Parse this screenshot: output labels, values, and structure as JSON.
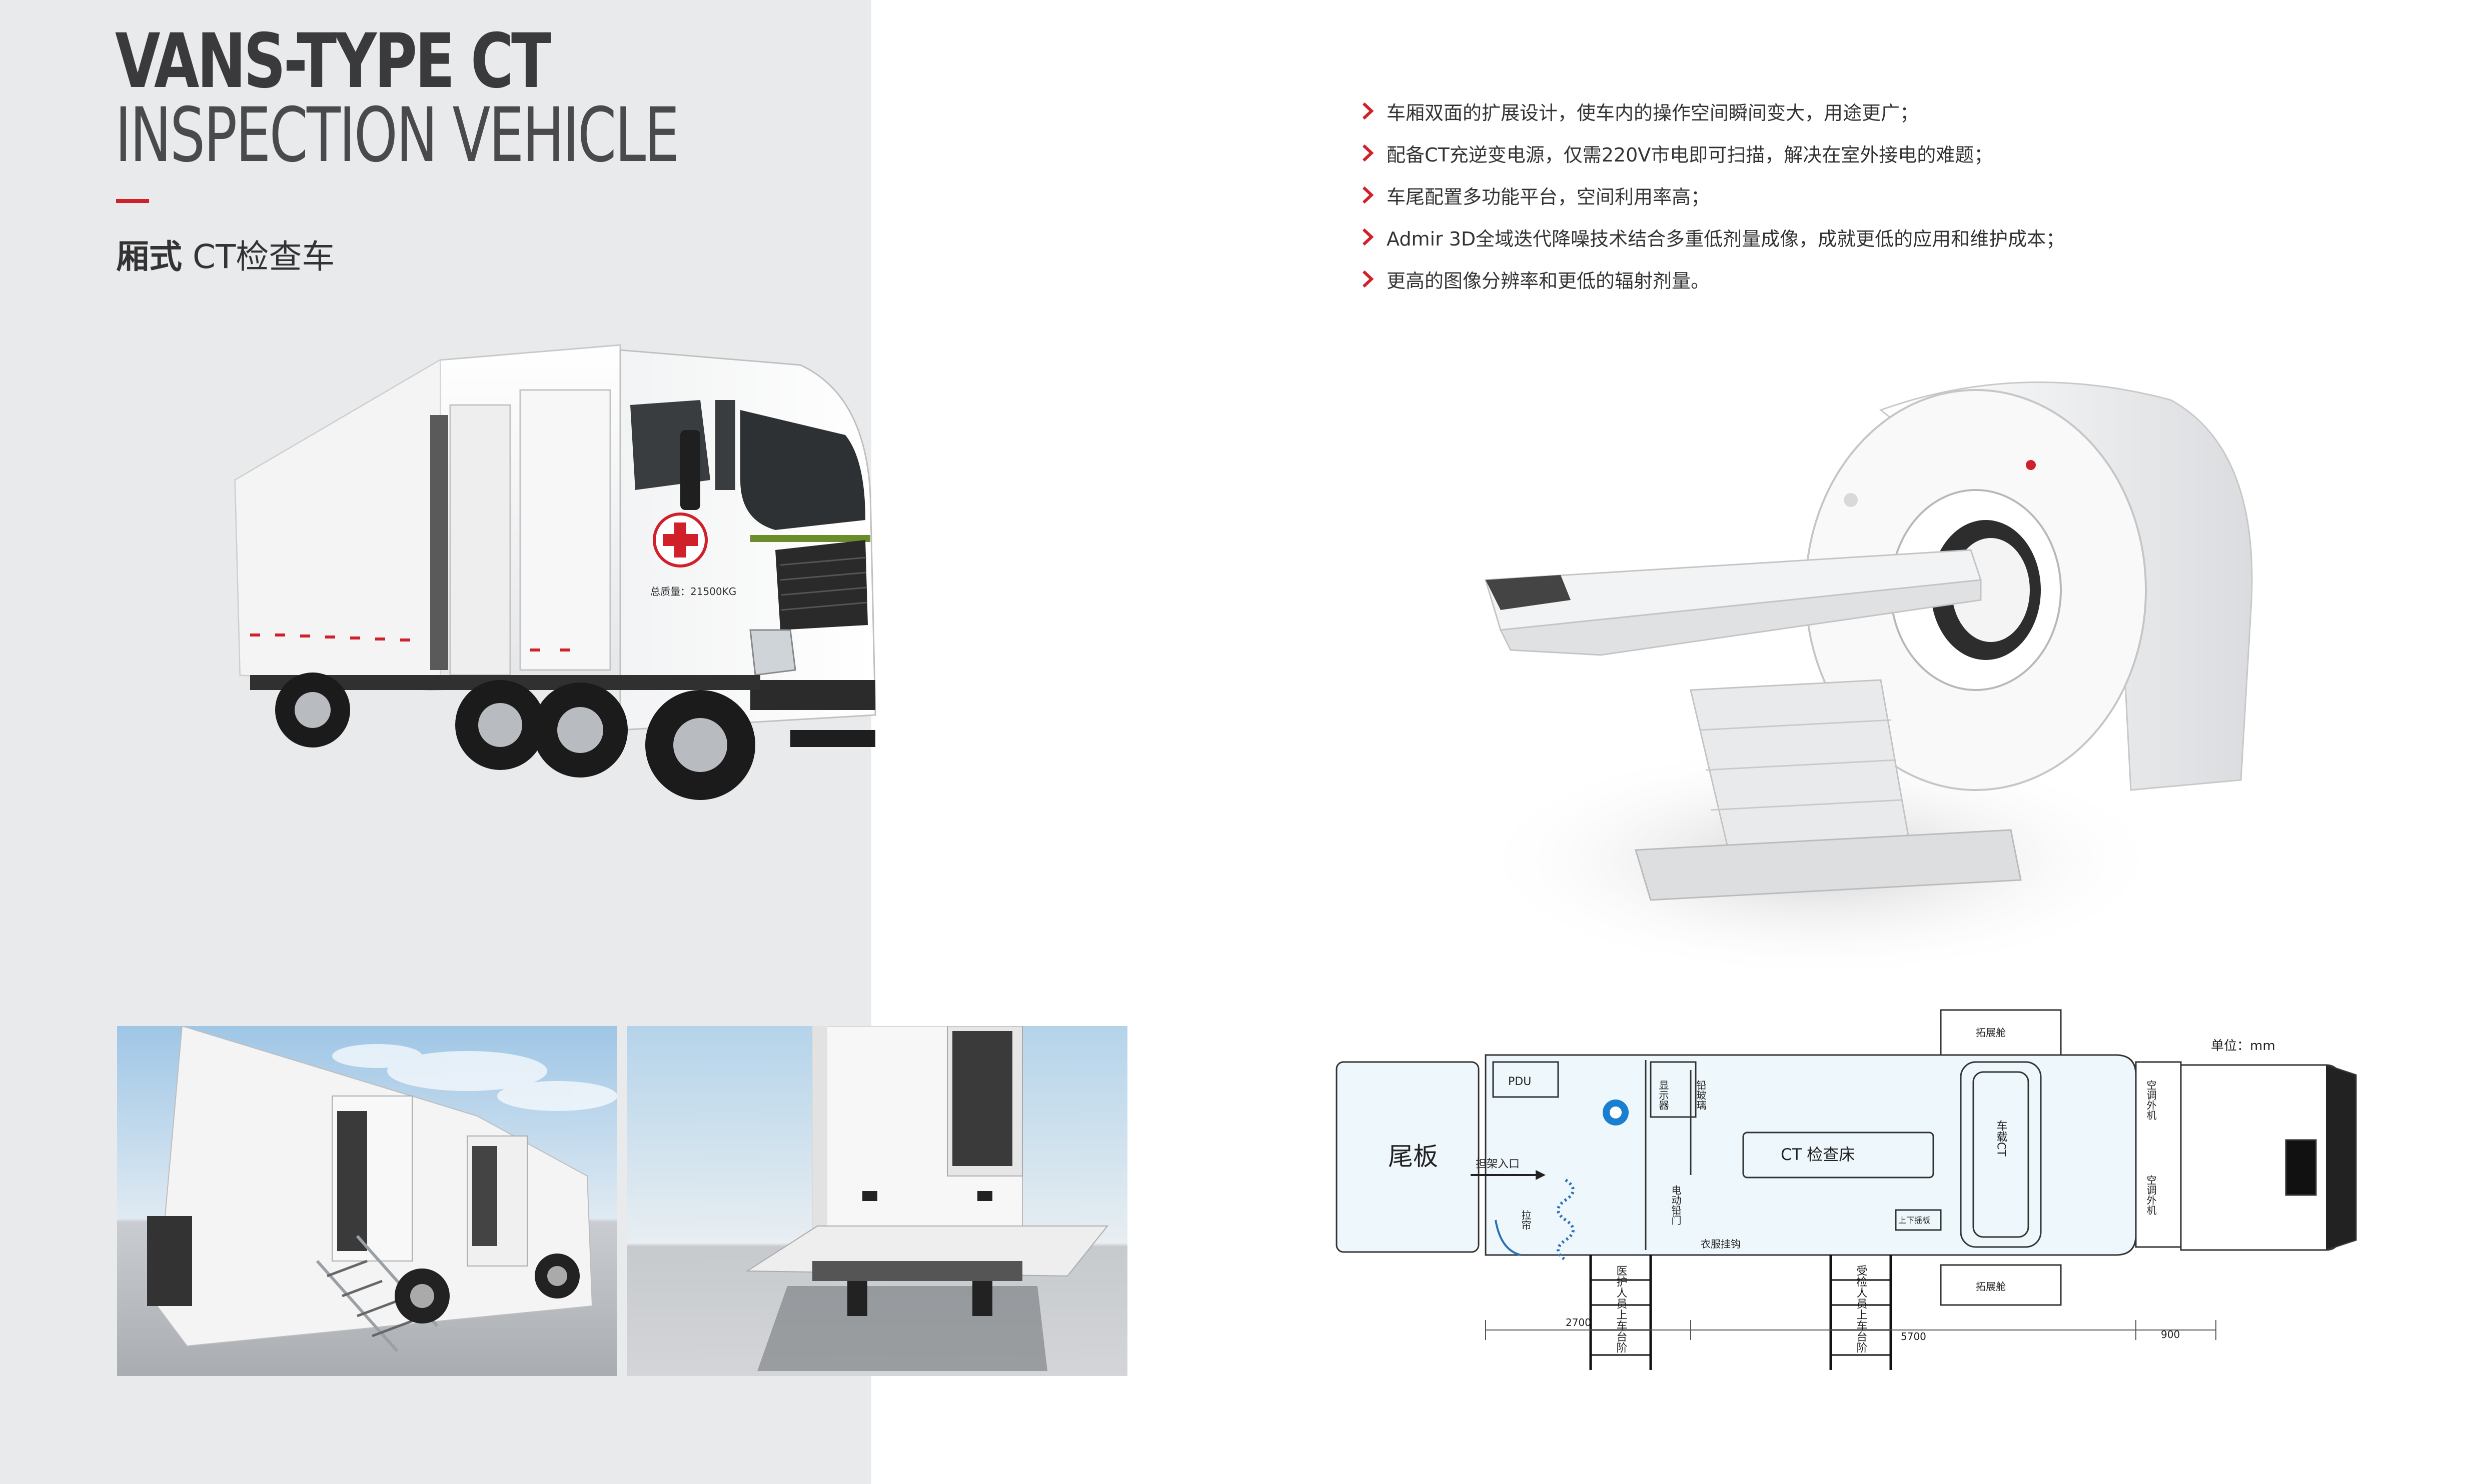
{
  "header": {
    "title_line1": "VANS-TYPE CT",
    "title_line2": "INSPECTION VEHICLE",
    "subtitle_bold": "厢式",
    "subtitle_rest": " CT检查车"
  },
  "features": [
    "车厢双面的扩展设计，使车内的操作空间瞬间变大，用途更广；",
    "配备CT充逆变电源，仅需220V市电即可扫描，解决在室外接电的难题；",
    "车尾配置多功能平台，空间利用率高；",
    "Admir 3D全域迭代降噪技术结合多重低剂量成像，成就更低的应用和维护成本；",
    "更高的图像分辨率和更低的辐射剂量。"
  ],
  "truck": {
    "door_text": "总质量：21500KG"
  },
  "floor_plan": {
    "unit": "单位：mm",
    "tailboard": "尾板",
    "stretcher_entry": "担架入口",
    "pdu": "PDU",
    "display": "显示器",
    "lead_glass": "铅玻璃",
    "electric_lead_door": "电动铅门",
    "curtain": "拉帘",
    "ct_bed": "CT 检查床",
    "vehicle_ct": "车载CT",
    "lift_panel": "上下摇板",
    "wardrobe": "衣服挂钩",
    "expansion_top": "拓展舱",
    "expansion_bottom": "拓展舱",
    "ac_outer_1": "空调外机",
    "ac_outer_2": "空调外机",
    "staff_steps": "医护人员上车台阶",
    "patient_steps": "受检人员上车台阶",
    "dim_1": "2700",
    "dim_2": "5700",
    "dim_3": "900"
  },
  "colors": {
    "accent_red": "#d0202a",
    "left_panel": "#e8eaec",
    "title_gray": "#3a3a3c"
  }
}
